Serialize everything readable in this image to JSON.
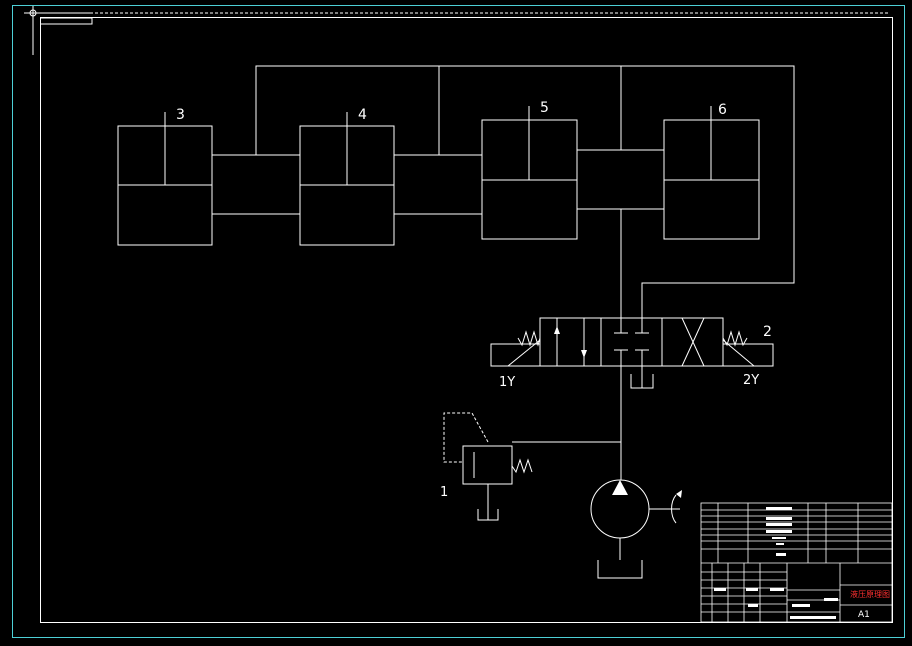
{
  "colors": {
    "background": "#000000",
    "line": "#ffffff",
    "outer_border": "#4dd0d6",
    "title_text": "#ff3030"
  },
  "diagram": {
    "cylinders": [
      {
        "id": "3",
        "label": "3"
      },
      {
        "id": "4",
        "label": "4"
      },
      {
        "id": "5",
        "label": "5"
      },
      {
        "id": "6",
        "label": "6"
      }
    ],
    "valve": {
      "label": "2",
      "solenoid_left": "1Y",
      "solenoid_right": "2Y"
    },
    "relief_valve": {
      "label": "1"
    }
  },
  "title_block": {
    "drawing_title": "液压原理图",
    "sheet_size": "A1"
  }
}
